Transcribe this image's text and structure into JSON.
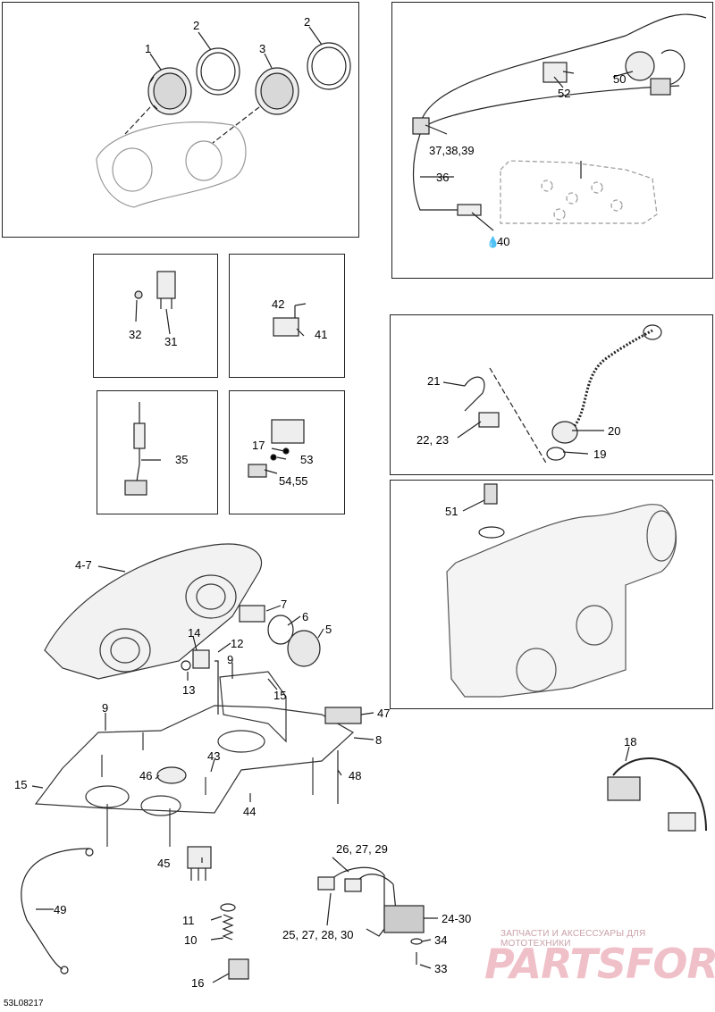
{
  "diagram_code": "53L08217",
  "watermark": {
    "caption": "ЗАПЧАСТИ И АКСЕССУАРЫ ДЛЯ МОТОТЕХНИКИ",
    "logo_text": "PARTSFOR.RU"
  },
  "callouts": {
    "c1": "1",
    "c2a": "2",
    "c2b": "2",
    "c3": "3",
    "c52": "52",
    "c50": "50",
    "c37": "37,38,39",
    "c36": "36",
    "c40": "40",
    "c32": "32",
    "c31": "31",
    "c42": "42",
    "c41": "41",
    "c35": "35",
    "c17": "17",
    "c53": "53",
    "c54": "54,55",
    "c21": "21",
    "c22": "22, 23",
    "c20": "20",
    "c19": "19",
    "c51": "51",
    "c4": "4-7",
    "c7": "7",
    "c6": "6",
    "c5": "5",
    "c14": "14",
    "c12": "12",
    "c13": "13",
    "c9a": "9",
    "c15a": "15",
    "c9b": "9",
    "c47": "47",
    "c8": "8",
    "c43": "43",
    "c46": "46",
    "c48": "48",
    "c15b": "15",
    "c44": "44",
    "c18": "18",
    "c45": "45",
    "c49": "49",
    "c11": "11",
    "c10": "10",
    "c16": "16",
    "c26": "26, 27, 29",
    "c24": "24-30",
    "c25": "25, 27, 28, 30",
    "c34": "34",
    "c33": "33"
  }
}
